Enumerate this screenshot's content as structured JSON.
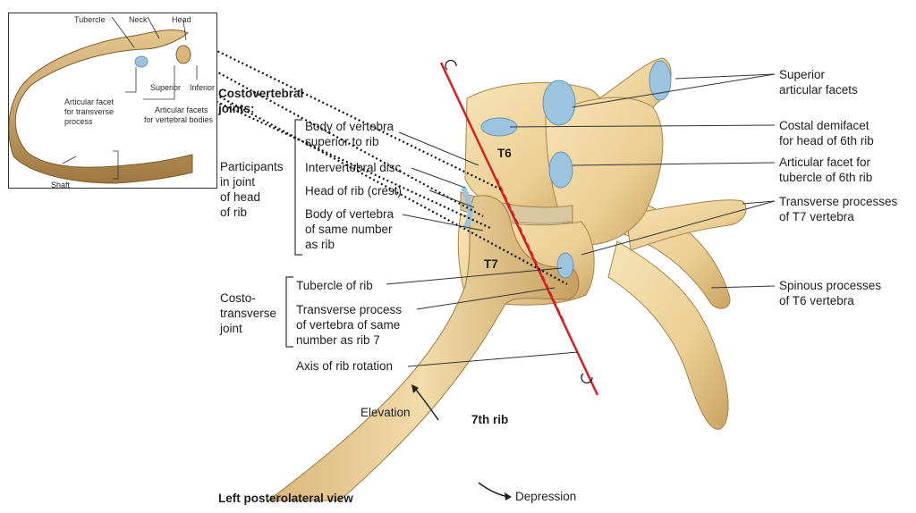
{
  "labels_right": {
    "superior_articular_facets": [
      "Superior",
      "articular facets"
    ],
    "costal_demifacet": [
      "Costal demifacet",
      "for head of 6th rib"
    ],
    "articular_facet_tubercle": [
      "Articular facet for",
      "tubercle of 6th rib"
    ],
    "transverse_processes": [
      "Transverse processes",
      "of T7 vertebra"
    ],
    "spinous_processes": [
      "Spinous processes",
      "of T6 vertebra"
    ]
  },
  "labels_left": {
    "costovertebral_joints": [
      "Costovertebral",
      "joints:"
    ],
    "participants_head": [
      "Participants",
      "in joint",
      "of head",
      "of rib"
    ],
    "body_superior": [
      "Body of vertebra",
      "superior to rib"
    ],
    "intervertebral_disc": "Intervertebral disc",
    "head_of_rib": "Head of rib (crest)",
    "body_same": [
      "Body of vertebra",
      "of same number",
      "as rib"
    ],
    "costotransverse": [
      "Costo-",
      "transverse",
      "joint"
    ],
    "tubercle_of_rib": "Tubercle of rib",
    "transverse_process": [
      "Transverse process",
      "of vertebra of same",
      "number as rib 7"
    ],
    "axis_rotation": "Axis of rib rotation"
  },
  "labels_on_image": {
    "t6": "T6",
    "t7": "T7",
    "rib7": "7th rib",
    "elevation": "Elevation",
    "depression": "Depression",
    "view": "Left posterolateral view"
  },
  "inset": {
    "tubercle": "Tubercle",
    "neck": "Neck",
    "head": "Head",
    "superior": "Superior",
    "inferior": "Inferior",
    "articular_facet_transverse": [
      "Articular facet",
      "for transverse",
      "process"
    ],
    "articular_facets_bodies": [
      "Articular facets",
      "for vertebral bodies"
    ],
    "shaft": "Shaft"
  },
  "colors": {
    "bone": "#ecd49c",
    "bone_shadow": "#c9a463",
    "cartilage": "#9cc4de",
    "axis": "#d42020",
    "rib_inset": "#c8a46e"
  }
}
